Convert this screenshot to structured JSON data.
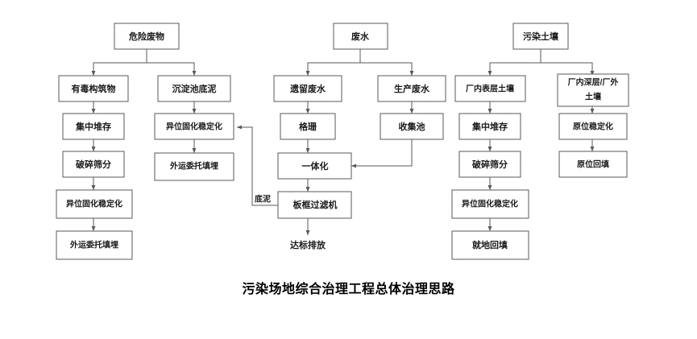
{
  "figure": {
    "title": "污染场地综合治理工程总体治理思路",
    "colors": {
      "box_stroke": "#595959",
      "box_fill": "#ffffff",
      "line": "#595959",
      "text": "#1a1a1a",
      "background": "#ffffff"
    }
  },
  "nodes": {
    "hazardous_waste": "危险废物",
    "toxic_structures": "有毒构筑物",
    "sedimentation_sludge": "沉淀池底泥",
    "central_storage_1": "集中堆存",
    "ex_situ_solidification_1": "异位固化稳定化",
    "crush_screen_1": "破碎筛分",
    "ex_situ_solidification_2": "异位固化稳定化",
    "offsite_landfill_1": "外运委托填埋",
    "offsite_landfill_2": "外运委托填埋",
    "wastewater": "废水",
    "legacy_wastewater": "遗留废水",
    "production_wastewater": "生产废水",
    "grating": "格珊",
    "collection_tank": "收集池",
    "integrated_unit": "一体化",
    "plate_frame_filter": "板框过滤机",
    "compliant_discharge": "达标排放",
    "contaminated_soil": "污染土壤",
    "onsite_surface_soil": "厂内表层土壤",
    "deep_offsite_soil_line1": "厂内深层/厂外",
    "deep_offsite_soil_line2": "土壤",
    "central_storage_2": "集中堆存",
    "in_situ_stabilization": "原位稳定化",
    "crush_screen_2": "破碎筛分",
    "in_situ_backfill": "原位回填",
    "ex_situ_solidification_3": "异位固化稳定化",
    "onsite_backfill": "就地回填"
  },
  "edge_labels": {
    "sludge_return": "底泥"
  }
}
